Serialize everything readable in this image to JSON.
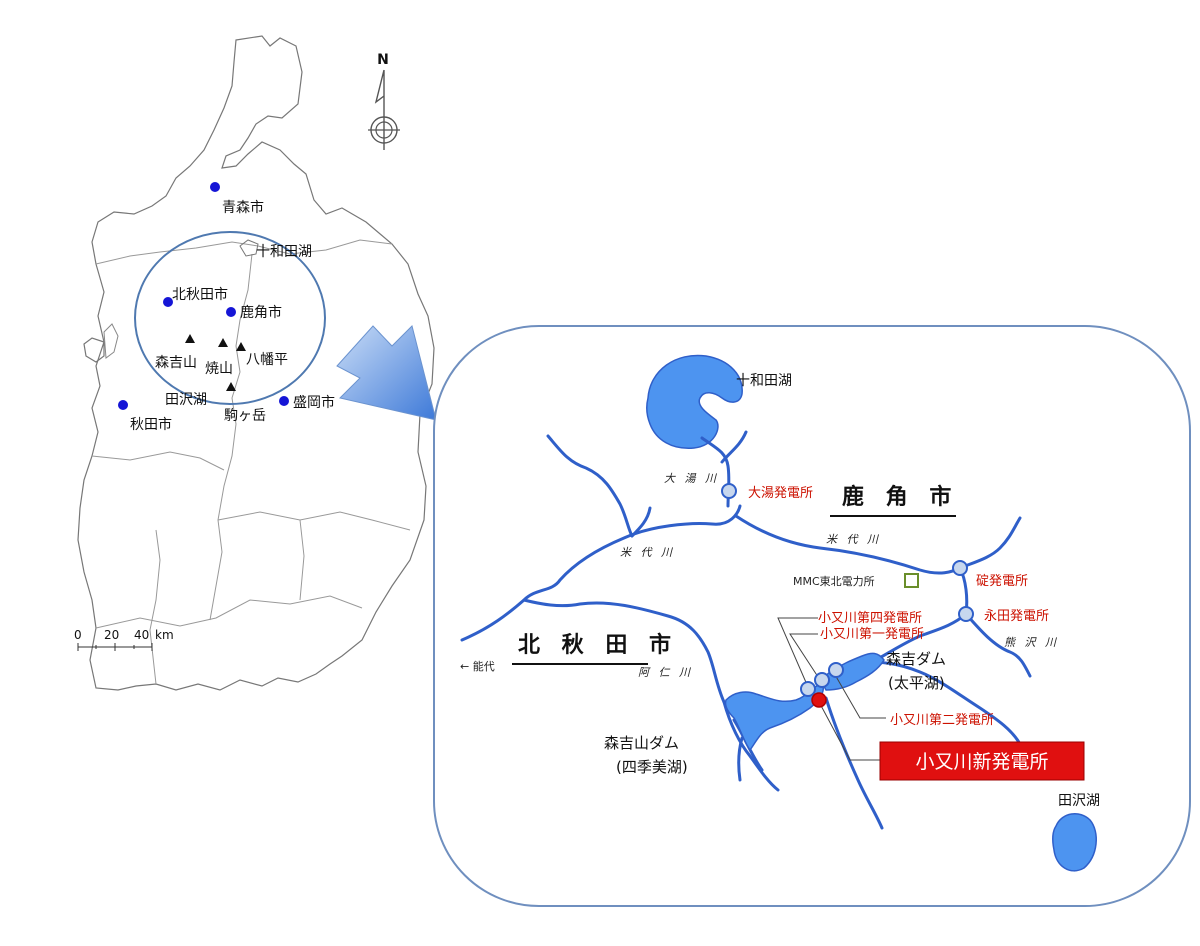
{
  "overview": {
    "north": "N",
    "cities": {
      "aomori": "青森市",
      "kitaakita": "北秋田市",
      "kazuno": "鹿角市",
      "morioka": "盛岡市",
      "akita": "秋田市"
    },
    "lakes": {
      "towada": "十和田湖",
      "tazawa": "田沢湖"
    },
    "mountains": {
      "moriyoshi": "森吉山",
      "yake": "焼山",
      "hachimantai": "八幡平",
      "komagatake": "駒ヶ岳"
    },
    "scale": {
      "t0": "0",
      "t20": "20",
      "t40": "40",
      "unit": "km"
    }
  },
  "detail": {
    "towada_lake": "十和田湖",
    "tazawa_lake": "田沢湖",
    "city_kazuno": "鹿 角 市",
    "city_kitaakita": "北 秋 田 市",
    "noshiro": "← 能代",
    "rivers": {
      "oyu": "大 湯 川",
      "yoneshiro_right": "米 代 川",
      "yoneshiro_left": "米 代 川",
      "kumazawa": "熊 沢 川",
      "ani": "阿 仁 川"
    },
    "plants": {
      "oyu": "大湯発電所",
      "ikari": "碇発電所",
      "nagata": "永田発電所",
      "komata4": "小又川第四発電所",
      "komata1": "小又川第一発電所",
      "komata2": "小又川第二発電所",
      "komata_new": "小又川新発電所"
    },
    "mmc": "MMC東北電力所",
    "dam_moriyoshi": "森吉ダム",
    "dam_moriyoshi_lake": "(太平湖)",
    "dam_moriyoshiyama": "森吉山ダム",
    "dam_moriyoshiyama_lake": "(四季美湖)"
  },
  "colors": {
    "water": "#4d94f0",
    "river": "#2f5fc9",
    "city_dot": "#1515d6",
    "plant_text": "#cc1100",
    "highlight": "#e01010"
  }
}
